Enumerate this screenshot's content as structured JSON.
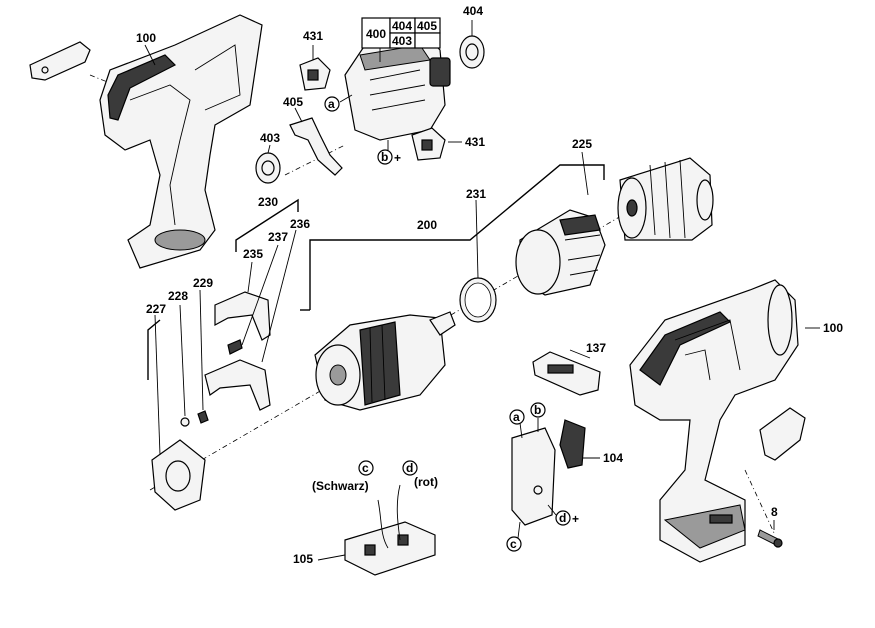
{
  "parts": {
    "p100_top": "100",
    "p100_right": "100",
    "p431_top": "431",
    "p431_right": "431",
    "p404": "404",
    "p405": "405",
    "p403": "403",
    "p225": "225",
    "p231": "231",
    "p200": "200",
    "p230": "230",
    "p236": "236",
    "p237": "237",
    "p235": "235",
    "p229": "229",
    "p228": "228",
    "p227": "227",
    "p137": "137",
    "p104": "104",
    "p8": "8",
    "p105": "105"
  },
  "motor_box": {
    "c1": "400",
    "c2": "404",
    "c3": "405",
    "c4": "403"
  },
  "markers": {
    "a_motor": "a",
    "b_motor": "b",
    "b_motor_sign": "+",
    "a_switch": "a",
    "b_switch": "b",
    "c_switch": "c",
    "d_switch": "d",
    "d_switch_sign": "+",
    "c_wire": "c",
    "d_wire": "d"
  },
  "wires": {
    "black": "(Schwarz)",
    "red": "(rot)"
  }
}
